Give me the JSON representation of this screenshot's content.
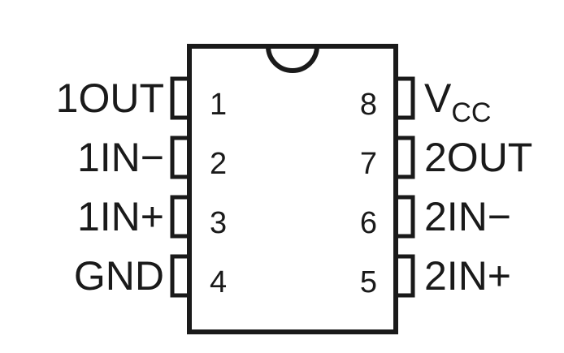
{
  "diagram": {
    "line_color": "#1a1a1a",
    "background": "#ffffff",
    "left_pins": [
      {
        "number": "1",
        "label": "1OUT"
      },
      {
        "number": "2",
        "label": "1IN−"
      },
      {
        "number": "3",
        "label": "1IN+"
      },
      {
        "number": "4",
        "label": "GND"
      }
    ],
    "right_pins": [
      {
        "number": "8",
        "label": "V",
        "label_sub": "CC"
      },
      {
        "number": "7",
        "label": "2OUT"
      },
      {
        "number": "6",
        "label": "2IN−"
      },
      {
        "number": "5",
        "label": "2IN+"
      }
    ]
  }
}
